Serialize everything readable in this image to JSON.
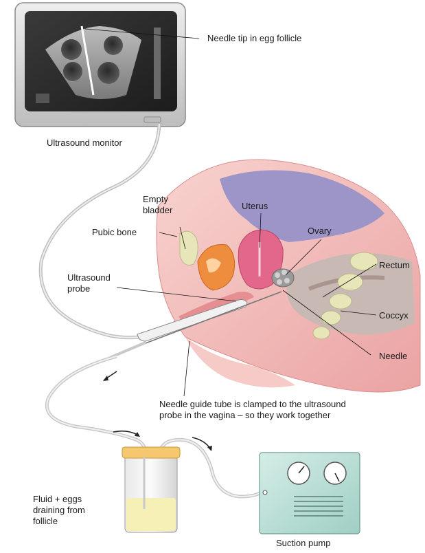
{
  "labels": {
    "needle_tip": "Needle tip in egg follicle",
    "ultrasound_monitor": "Ultrasound monitor",
    "empty_bladder": "Empty\nbladder",
    "uterus": "Uterus",
    "pubic_bone": "Pubic bone",
    "ovary": "Ovary",
    "ultrasound_probe": "Ultrasound\nprobe",
    "rectum": "Rectum",
    "coccyx": "Coccyx",
    "needle": "Needle",
    "guide_tube": "Needle guide tube is clamped to the ultrasound\nprobe in the vagina – so they work together",
    "fluid_eggs": "Fluid + eggs\ndraining from\nfollicle",
    "suction_pump": "Suction pump"
  },
  "colors": {
    "skin": "#f4c2bd",
    "skin_dark": "#e58f92",
    "uterus": "#e3678a",
    "cavity": "#9890c4",
    "bone": "#e6e6b8",
    "bladder": "#ee8d3e",
    "pump": "#bfe2da",
    "fluid": "#f6efb6",
    "lid": "#f5c86f",
    "monitor_frame": "#d9d9d9",
    "screen": "#2b2b2b"
  }
}
